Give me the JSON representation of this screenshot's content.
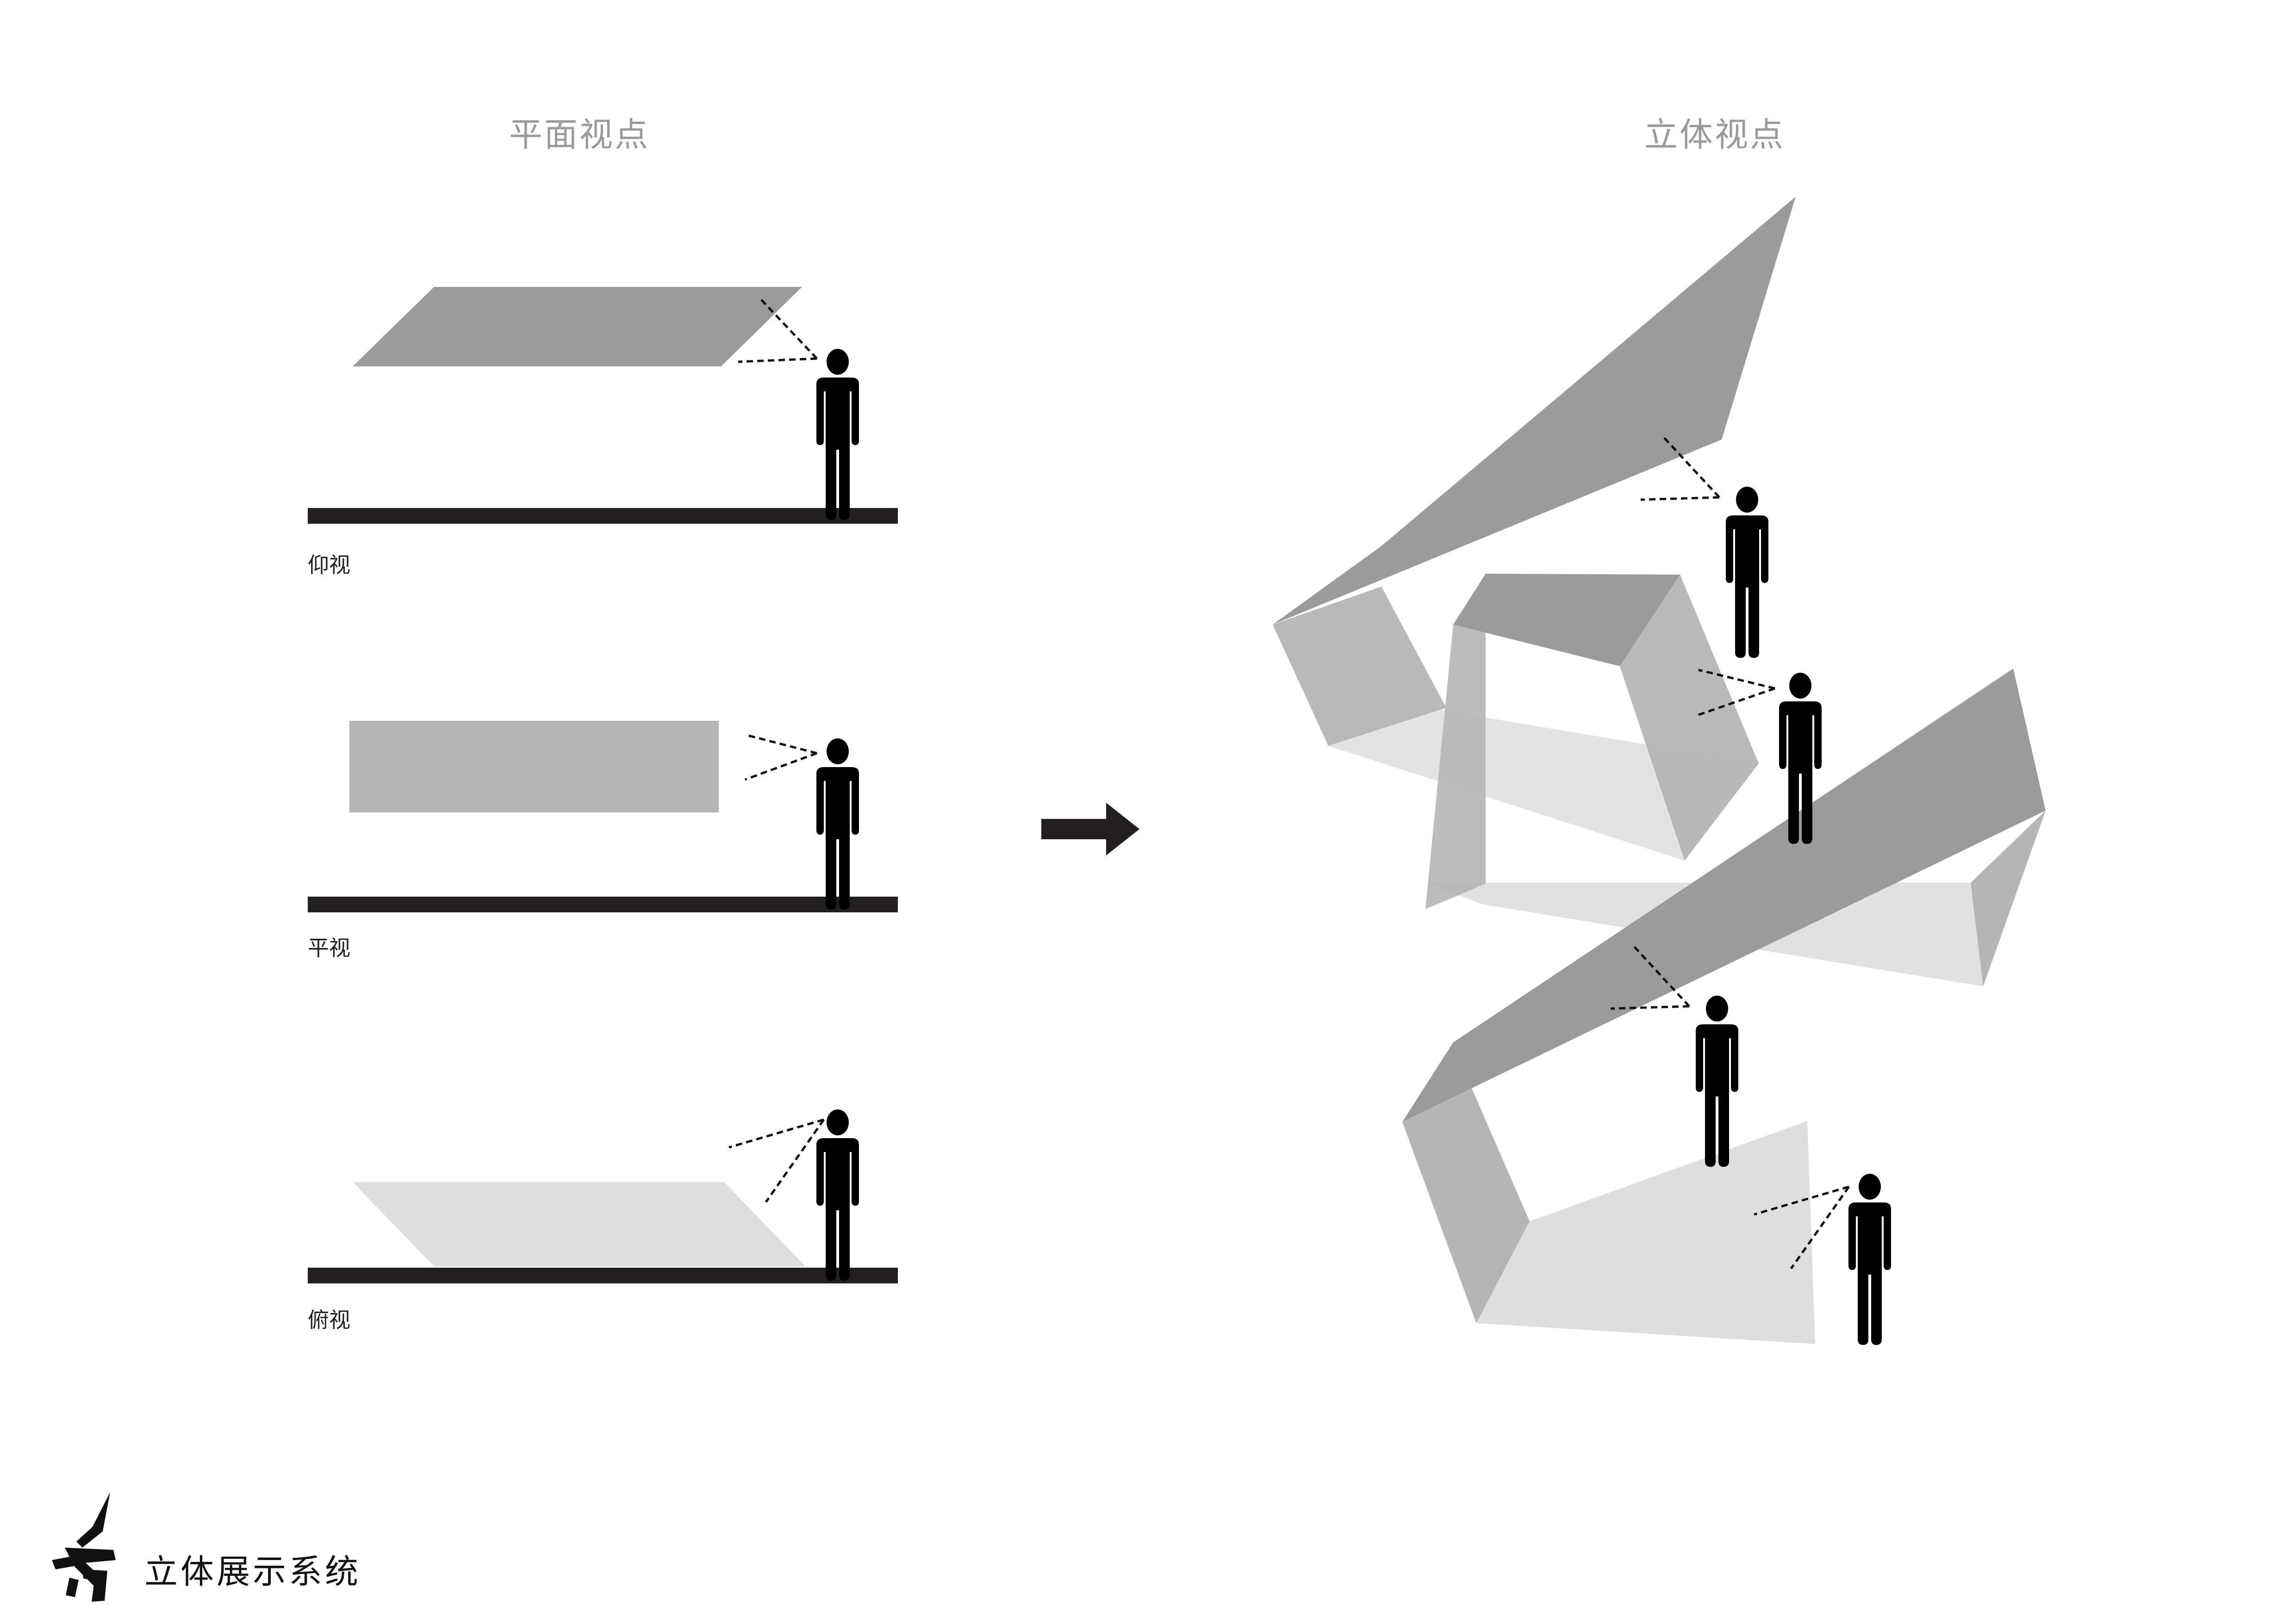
{
  "headings": {
    "flat": "平面视点",
    "stereo": "立体视点"
  },
  "flat_views": [
    {
      "caption": "仰视"
    },
    {
      "caption": "平视"
    },
    {
      "caption": "俯视"
    }
  ],
  "footer": {
    "title": "立体展示系统",
    "logo": "brand-logo"
  },
  "icons": {
    "arrow": "right-arrow-icon",
    "person": "person-icon"
  },
  "colors": {
    "panel_dark": "#9b9b9b",
    "panel_mid": "#b5b5b5",
    "panel_light": "#dedede",
    "ground": "#231f20",
    "figure": "#000000",
    "heading_text": "#9a9a9a"
  }
}
